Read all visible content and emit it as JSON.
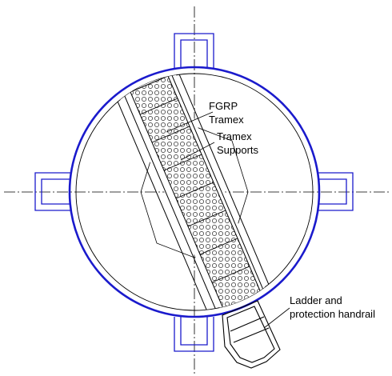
{
  "labels": {
    "fgrp_line1": "FGRP",
    "fgrp_line2": "Tramex",
    "supports_line1": "Tramex",
    "supports_line2": "Supports",
    "ladder_line1": "Ladder and",
    "ladder_line2": "protection handrail"
  },
  "colors": {
    "outline": "#000000",
    "vessel_shell": "#1a1acc",
    "lugs": "#1a1acc",
    "background": "#ffffff"
  }
}
